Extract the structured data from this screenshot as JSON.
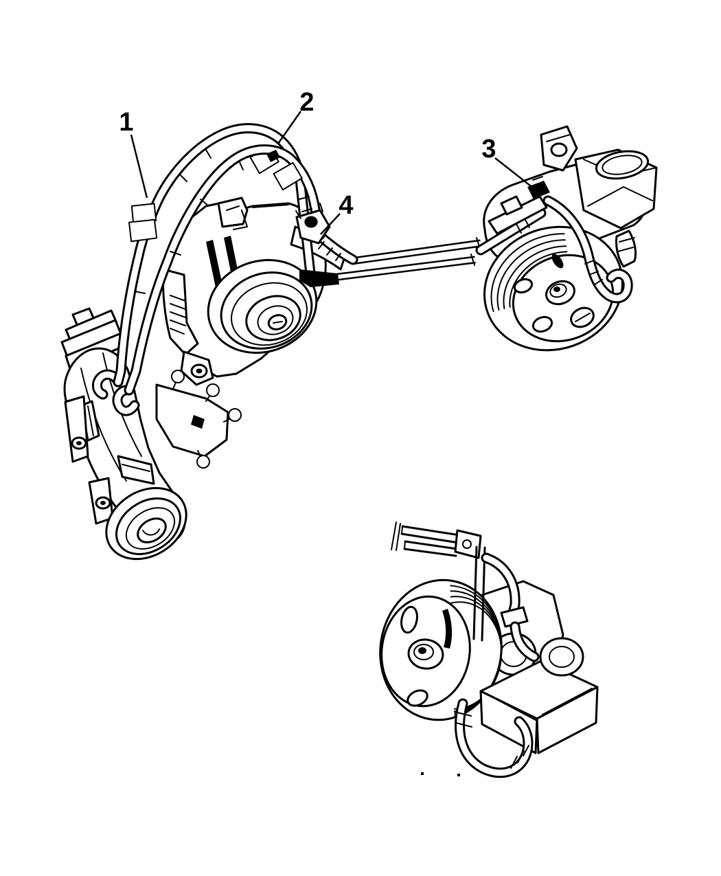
{
  "figure": {
    "background_color": "#ffffff",
    "line_color": "#000000",
    "type": "parts-diagram"
  },
  "callouts": {
    "c1": {
      "label": "1"
    },
    "c2": {
      "label": "2"
    },
    "c3": {
      "label": "3"
    },
    "c4": {
      "label": "4"
    }
  }
}
